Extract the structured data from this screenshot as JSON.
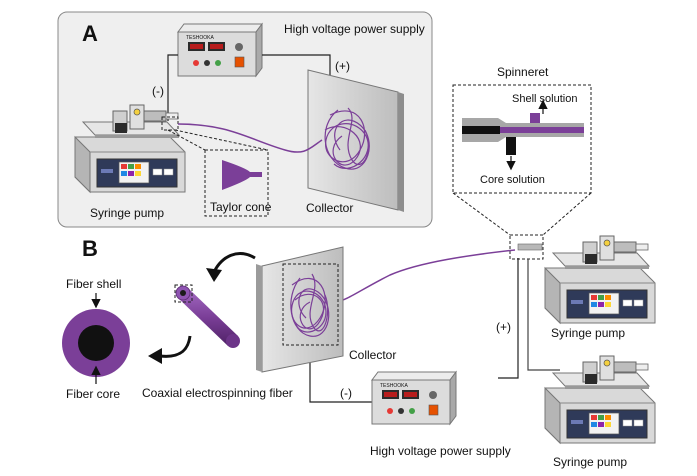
{
  "panels": {
    "a": {
      "letter": "A",
      "power_supply_label": "High voltage power supply",
      "power_supply_brand": "TESHOOKA",
      "positive_sign": "(+)",
      "negative_sign": "(-)",
      "syringe_pump_label": "Syringe pump",
      "taylor_cone_label": "Taylor cone",
      "collector_label": "Collector"
    },
    "b": {
      "letter": "B",
      "spinneret_title": "Spinneret",
      "shell_solution_label": "Shell solution",
      "core_solution_label": "Core solution",
      "fiber_shell_label": "Fiber shell",
      "fiber_core_label": "Fiber core",
      "coaxial_fiber_label": "Coaxial electrospinning fiber",
      "collector_label": "Collector",
      "positive_sign": "(+)",
      "negative_sign": "(-)",
      "power_supply_label": "High voltage power supply",
      "power_supply_brand": "TESHOOKA",
      "syringe_pump_top_label": "Syringe pump",
      "syringe_pump_bottom_label": "Syringe pump"
    }
  },
  "colors": {
    "fiber_purple": "#7b3f98",
    "panel_background": "#efefef",
    "panel_border": "#888888",
    "device_grey": "#d8d8d8",
    "collector_grey": "#cfcfcf"
  }
}
